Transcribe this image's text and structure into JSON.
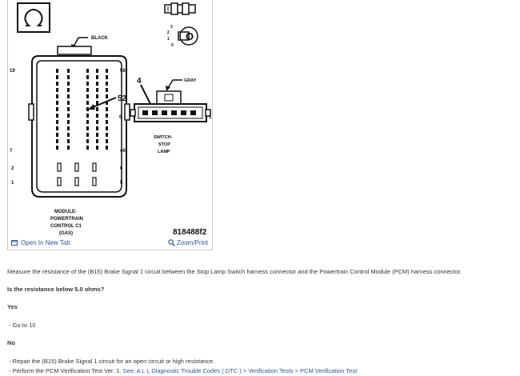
{
  "diagram": {
    "labels": {
      "black": "BLACK",
      "gray": "GRAY",
      "pin19": "19",
      "pin58": "58",
      "pin52": "52",
      "pin4": "4",
      "pin6": "6",
      "pin1": "1",
      "pin7": "7",
      "pin46": "46",
      "pin2": "2",
      "pin6b": "6",
      "pin1b": "1",
      "pin5": "5",
      "switch_label_1": "SWITCH-",
      "switch_label_2": "STOP",
      "switch_label_3": "LAMP",
      "module_label_1": "MODULE-",
      "module_label_2": "POWERTRAIN",
      "module_label_3": "CONTROL C1",
      "module_label_4": "(GAS)",
      "figure_id": "818488f2",
      "key_nums": [
        "3",
        "2",
        "1",
        "0"
      ],
      "key_letter": "O"
    },
    "open_new_tab": "Open In New Tab",
    "zoom_print": "Zoom/Print"
  },
  "content": {
    "instruction": "Measure the resistance of the (B15) Brake Signal 1 circuit between the Stop Lamp Switch harness connector and the Powertrain Control Module (PCM) harness connector.",
    "question": "Is the resistance below 5.0 ohms?",
    "yes_label": "Yes",
    "yes_action": "Go to 10",
    "no_label": "No",
    "no_action_1": "Repair the (B15) Brake Signal 1 circuit for an open circuit or high resistance.",
    "no_action_2_prefix": "Perform the PCM Verification Test Ver. 1.",
    "no_action_2_link": "See: A L L Diagnostic Trouble Codes ( DTC ) > Verification Tests > PCM Verification Test"
  }
}
